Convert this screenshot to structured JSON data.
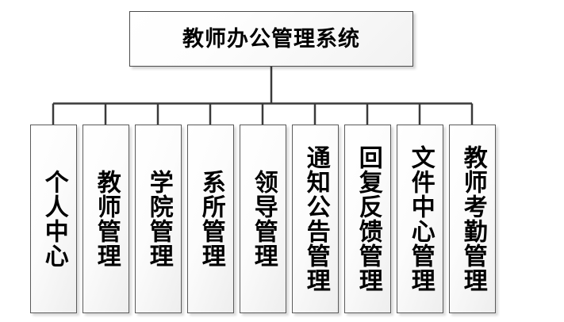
{
  "diagram": {
    "type": "organization-chart",
    "title": "教师办公管理系统",
    "background_color": "#ffffff",
    "node_border_color": "#4c4c4c",
    "text_color": "#000000",
    "root": {
      "label": "教师办公管理系统"
    },
    "children": [
      {
        "label": "个人中心"
      },
      {
        "label": "教师管理"
      },
      {
        "label": "学院管理"
      },
      {
        "label": "系所管理"
      },
      {
        "label": "领导管理"
      },
      {
        "label": "通知公告管理"
      },
      {
        "label": "回复反馈管理"
      },
      {
        "label": "文件中心管理"
      },
      {
        "label": "教师考勤管理"
      }
    ]
  }
}
